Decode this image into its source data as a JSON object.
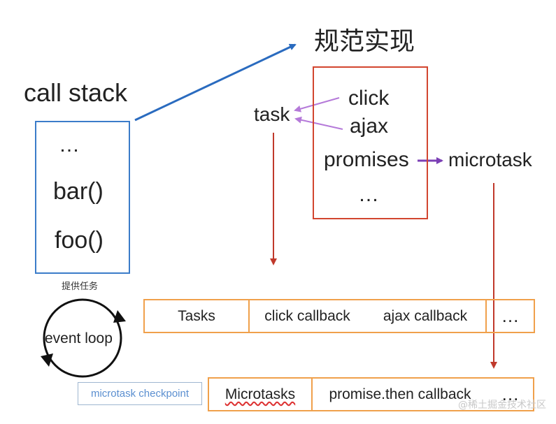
{
  "title": "规范实现",
  "call_stack": {
    "title": "call stack",
    "items": [
      "…",
      "bar()",
      "foo()"
    ]
  },
  "impl_box": {
    "items": [
      "click",
      "ajax",
      "promises",
      "…"
    ]
  },
  "labels": {
    "task": "task",
    "microtask": "microtask",
    "provide_task": "提供任务",
    "event_loop": "event loop",
    "checkpoint": "microtask checkpoint"
  },
  "tasks_row": {
    "header": "Tasks",
    "items": [
      "click callback",
      "ajax callback"
    ],
    "ellipsis": "…"
  },
  "microtasks_row": {
    "header": "Microtasks",
    "items": [
      "promise.then callback"
    ],
    "ellipsis": "…"
  },
  "watermark": "@稀土掘金技术社区",
  "colors": {
    "call_stack_border": "#3b7cc9",
    "impl_border": "#d2452f",
    "queue_border": "#f0a04b",
    "task_arrow": "#b57ad9",
    "micro_arrow": "#7b3fb5",
    "down_arrow": "#c0392b",
    "blue_arrow": "#2a6bbf"
  }
}
